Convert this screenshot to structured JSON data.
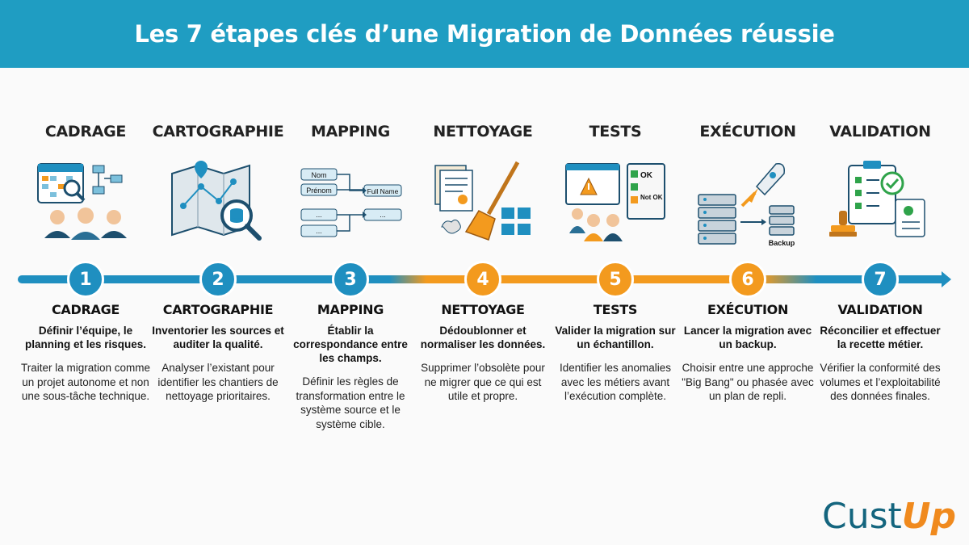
{
  "header": {
    "title": "Les 7 étapes clés d’une Migration de Données réussie"
  },
  "steps": [
    {
      "number": "1",
      "top_title": "CADRAGE",
      "title": "CADRAGE",
      "subtitle": "Définir l’équipe, le planning et les risques.",
      "body": "Traiter la migration comme un projet autonome et non une sous-tâche technique.",
      "icon": "team-planning-icon",
      "color": "#1f8fc0"
    },
    {
      "number": "2",
      "top_title": "CARTOGRAPHIE",
      "title": "CARTOGRAPHIE",
      "subtitle": "Inventorier les sources et auditer la qualité.",
      "body": "Analyser l’existant pour identifier les chantiers de nettoyage prioritaires.",
      "icon": "map-database-icon",
      "color": "#1f8fc0"
    },
    {
      "number": "3",
      "top_title": "MAPPING",
      "title": "MAPPING",
      "subtitle": "Établir la correspondance entre les champs.",
      "body": "Définir les règles de transformation entre le système source et le système cible.",
      "icon": "field-mapping-icon",
      "color": "#1f8fc0"
    },
    {
      "number": "4",
      "top_title": "NETTOYAGE",
      "title": "NETTOYAGE",
      "subtitle": "Dédoublonner et normaliser les données.",
      "body": "Supprimer l’obsolète pour ne migrer que ce qui est utile et propre.",
      "icon": "broom-cleaning-icon",
      "color": "#f39a1e"
    },
    {
      "number": "5",
      "top_title": "TESTS",
      "title": "TESTS",
      "subtitle": "Valider la migration sur un échantillon.",
      "body": "Identifier les anomalies avec les métiers avant l’exécution complète.",
      "icon": "testing-checklist-icon",
      "color": "#f39a1e"
    },
    {
      "number": "6",
      "top_title": "EXÉCUTION",
      "title": "EXÉCUTION",
      "subtitle": "Lancer la migration avec un backup.",
      "body": "Choisir entre une approche \"Big Bang\" ou phasée avec un plan de repli.",
      "icon": "rocket-server-icon",
      "color": "#f39a1e"
    },
    {
      "number": "7",
      "top_title": "VALIDATION",
      "title": "VALIDATION",
      "subtitle": "Réconcilier et effectuer la recette métier.",
      "body": "Vérifier la conformité des volumes et l’exploitabilité des données finales.",
      "icon": "stamp-validation-icon",
      "color": "#1f8fc0"
    }
  ],
  "icon_labels": {
    "nom": "Nom",
    "prenom": "Prénom",
    "dots": "...",
    "full_name": "Full Name",
    "ok": "OK",
    "not_ok": "Not OK",
    "backup": "Backup"
  },
  "logo": {
    "part1": "Cust",
    "part2": "Up"
  },
  "colors": {
    "blue": "#1f9dc2",
    "orange": "#f39a1e",
    "dark_blue": "#14657e"
  }
}
